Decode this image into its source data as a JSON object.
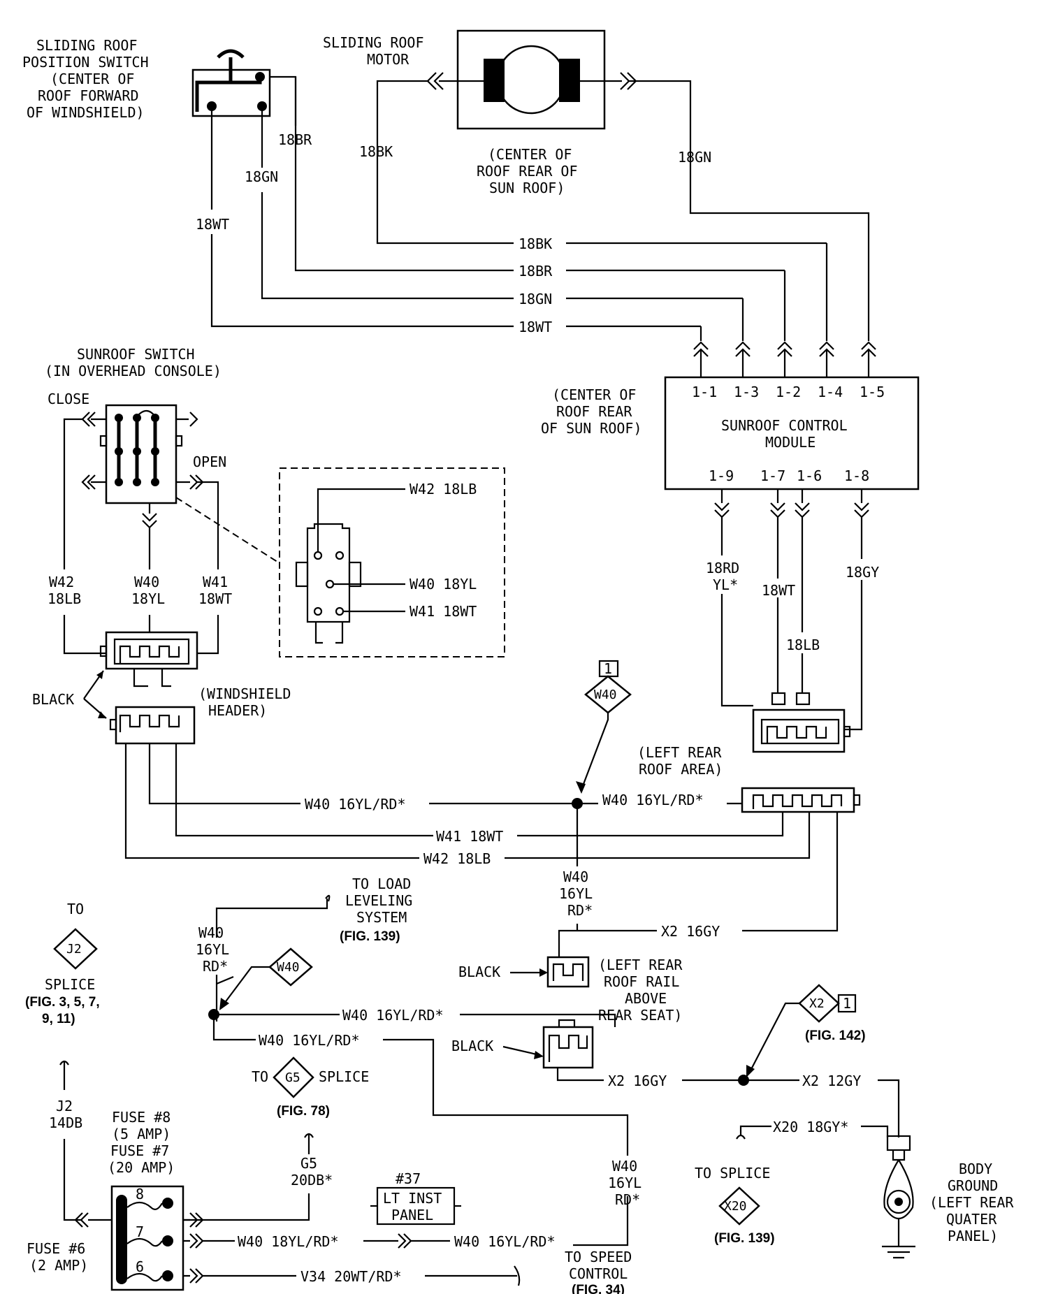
{
  "components": {
    "position_switch": [
      "SLIDING ROOF",
      "POSITION SWITCH",
      "(CENTER OF",
      "ROOF FORWARD",
      "OF WINDSHIELD)"
    ],
    "motor": [
      "SLIDING ROOF",
      "MOTOR"
    ],
    "motor_location": [
      "(CENTER OF",
      "ROOF REAR OF",
      "SUN ROOF)"
    ],
    "sunroof_switch": [
      "SUNROOF SWITCH",
      "(IN OVERHEAD CONSOLE)"
    ],
    "switch_close": "CLOSE",
    "switch_open": "OPEN",
    "module_location": [
      "(CENTER OF",
      "ROOF REAR",
      "OF SUN ROOF)"
    ],
    "module_name": [
      "SUNROOF CONTROL",
      "MODULE"
    ],
    "module_pins_top": [
      "1-1",
      "1-3",
      "1-2",
      "1-4",
      "1-5"
    ],
    "module_pins_bottom": [
      "1-9",
      "1-7",
      "1-6",
      "1-8"
    ],
    "windshield_header": [
      "(WINDSHIELD",
      "HEADER)"
    ],
    "black": "BLACK",
    "left_rear_roof": [
      "(LEFT REAR",
      "ROOF AREA)"
    ],
    "left_rear_rail": [
      "(LEFT REAR",
      "ROOF RAIL",
      "ABOVE",
      "REAR SEAT)"
    ],
    "body_ground": [
      "BODY",
      "GROUND",
      "(LEFT REAR",
      "QUATER",
      "PANEL)"
    ],
    "fuse_label": [
      "FUSE #8",
      "(5 AMP)",
      "FUSE #7",
      "(20 AMP)"
    ],
    "fuse6": [
      "FUSE #6",
      "(2 AMP)"
    ],
    "fuse_numbers": [
      "8",
      "7",
      "6"
    ],
    "lt_inst": [
      "#37",
      "LT INST",
      "PANEL"
    ]
  },
  "wires": {
    "w18bk": "18BK",
    "w18br": "18BR",
    "w18gn": "18GN",
    "w18wt": "18WT",
    "w18lb": "18LB",
    "w18gy": "18GY",
    "w18rd": "18RD",
    "wyl": "YL*",
    "w42": "W42",
    "w40": "W40",
    "w41": "W41",
    "w18yl": "18YL",
    "w42_18lb": "W42 18LB",
    "w40_18yl": "W40 18YL",
    "w41_18wt": "W41 18WT",
    "w40_16yl_rd": "W40 16YL/RD*",
    "w16yl": "16YL",
    "rd": "RD*",
    "x2_16gy": "X2 16GY",
    "x2_12gy": "X2 12GY",
    "x20_18gy": "X20 18GY*",
    "j2": "J2",
    "w14db": "14DB",
    "g5": "G5",
    "w20db": "20DB*",
    "w40_18yl_rd": "W40 18YL/RD*",
    "v34": "V34 20WT/RD*"
  },
  "refs": {
    "load_leveling": [
      "TO LOAD",
      "LEVELING",
      "SYSTEM"
    ],
    "fig139": "(FIG. 139)",
    "to": "TO",
    "j2_diamond": "J2",
    "splice": "SPLICE",
    "fig_list": [
      "(FIG. 3, 5, 7,",
      "9, 11)"
    ],
    "w40_diamond": "W40",
    "pin1": "1",
    "x2_diamond": "X2",
    "fig142": "(FIG. 142)",
    "g5_diamond": "G5",
    "fig78": "(FIG. 78)",
    "to_splice": "TO SPLICE",
    "x20_diamond": "X20",
    "speed_control": [
      "TO SPEED",
      "CONTROL"
    ],
    "fig34": "(FIG. 34)"
  }
}
